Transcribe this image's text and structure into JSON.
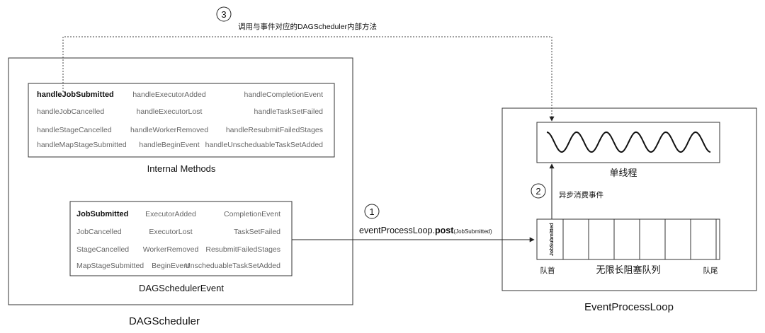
{
  "dag_scheduler": {
    "title": "DAGScheduler",
    "internal_methods": {
      "label": "Internal Methods",
      "rows": [
        [
          "handleJobSubmitted",
          "handleExecutorAdded",
          "handleCompletionEvent"
        ],
        [
          "handleJobCancelled",
          "handleExecutorLost",
          "handleTaskSetFailed"
        ],
        [
          "handleStageCancelled",
          "handleWorkerRemoved",
          "handleResubmitFailedStages"
        ],
        [
          "handleMapStageSubmitted",
          "handleBeginEvent",
          "handleUnscheduableTaskSetAdded"
        ]
      ]
    },
    "events": {
      "label": "DAGSchedulerEvent",
      "rows": [
        [
          "JobSubmitted",
          "ExecutorAdded",
          "CompletionEvent"
        ],
        [
          "JobCancelled",
          "ExecutorLost",
          "TaskSetFailed"
        ],
        [
          "StageCancelled",
          "WorkerRemoved",
          "ResubmitFailedStages"
        ],
        [
          "MapStageSubmitted",
          "BeginEvent",
          "UnscheduableTaskSetAdded"
        ]
      ]
    }
  },
  "event_loop": {
    "title": "EventProcessLoop",
    "thread_label": "单线程",
    "queue_label": "无限长阻塞队列",
    "queue_head": "队首",
    "queue_tail": "队尾",
    "queue_first_item": "JobSubmitted"
  },
  "steps": {
    "step1": {
      "number": "1",
      "text_prefix": "eventProcessLoop.",
      "text_bold": "post",
      "text_arg": "(JobSubmitted)"
    },
    "step2": {
      "number": "2",
      "text": "异步消费事件"
    },
    "step3": {
      "number": "3",
      "text": "调用与事件对应的DAGScheduler内部方法"
    }
  }
}
